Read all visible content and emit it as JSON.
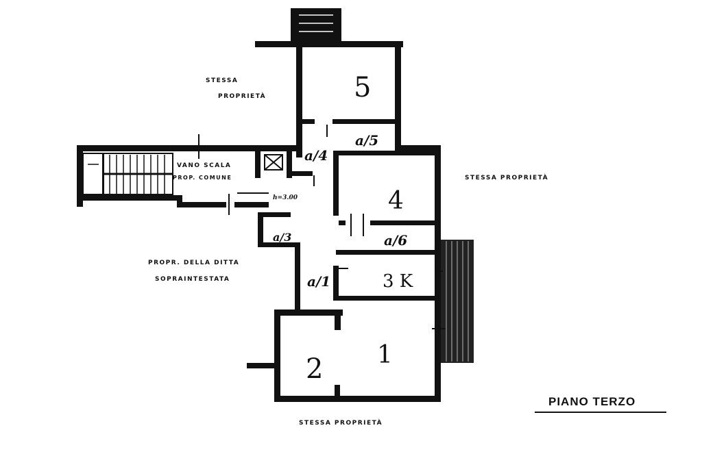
{
  "title": "PIANO TERZO",
  "labels": {
    "stessa_proprieta_top": [
      "STESSA",
      "PROPRIETÀ"
    ],
    "stessa_proprieta_right": "STESSA PROPRIETÀ",
    "stessa_proprieta_bottom": "STESSA PROPRIETÀ",
    "vano_scala": [
      "VANO SCALA",
      "PROP. COMUNE"
    ],
    "ditta": [
      "PROPR. DELLA DITTA",
      "SOPRAINTESTATA"
    ],
    "height_note": "h=3.00"
  },
  "rooms": {
    "r1": "1",
    "r2": "2",
    "r3": "3 K",
    "r4": "4",
    "r5": "5",
    "a1": "a/1",
    "a3": "a/3",
    "a4": "a/4",
    "a5": "a/5",
    "a6": "a/6"
  }
}
